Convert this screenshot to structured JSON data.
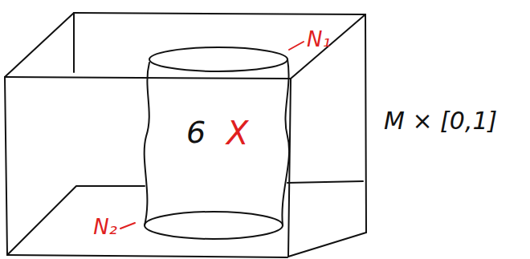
{
  "diagram": {
    "labels": [
      "N₁",
      "N₂",
      "6",
      "X",
      "M × [0,1]"
    ]
  }
}
